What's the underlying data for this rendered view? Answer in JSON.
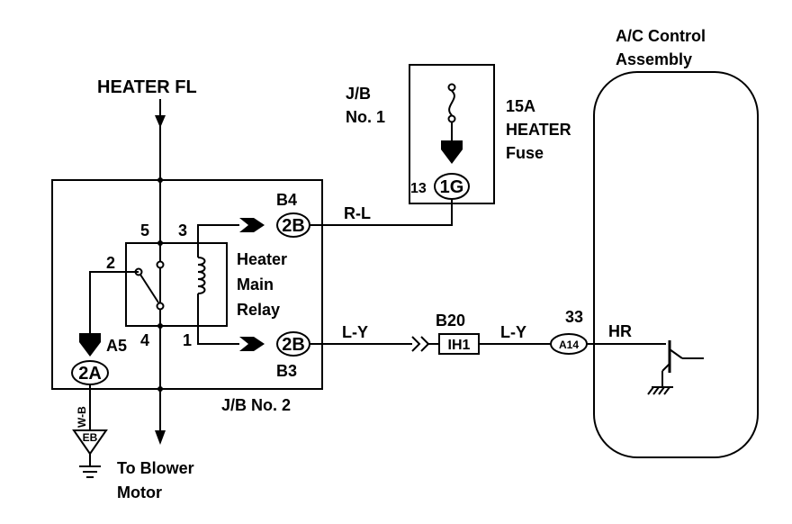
{
  "labels": {
    "heater_fl": "HEATER FL",
    "ac_control_line1": "A/C Control",
    "ac_control_line2": "Assembly",
    "jb1_line1": "J/B",
    "jb1_line2": "No. 1",
    "fuse_line1": "15A",
    "fuse_line2": "HEATER",
    "fuse_line3": "Fuse",
    "relay_line1": "Heater",
    "relay_line2": "Main",
    "relay_line3": "Relay",
    "jb2": "J/B No. 2",
    "to_blower_line1": "To Blower",
    "to_blower_line2": "Motor",
    "hr": "HR"
  },
  "connectors": {
    "c_1g": "1G",
    "c_1g_pin": "13",
    "c_2b_top": "2B",
    "c_2b_top_ref": "B4",
    "c_2b_bottom": "2B",
    "c_2b_bottom_ref": "B3",
    "c_2a": "2A",
    "c_2a_ref": "A5",
    "c_ih1": "IH1",
    "c_ih1_ref": "B20",
    "c_a14": "A14",
    "c_a14_pin": "33",
    "ground": "EB"
  },
  "relay_pins": {
    "p5": "5",
    "p3": "3",
    "p2": "2",
    "p4": "4",
    "p1": "1"
  },
  "wires": {
    "rl": "R-L",
    "ly_1": "L-Y",
    "ly_2": "L-Y",
    "wb": "W-B"
  }
}
